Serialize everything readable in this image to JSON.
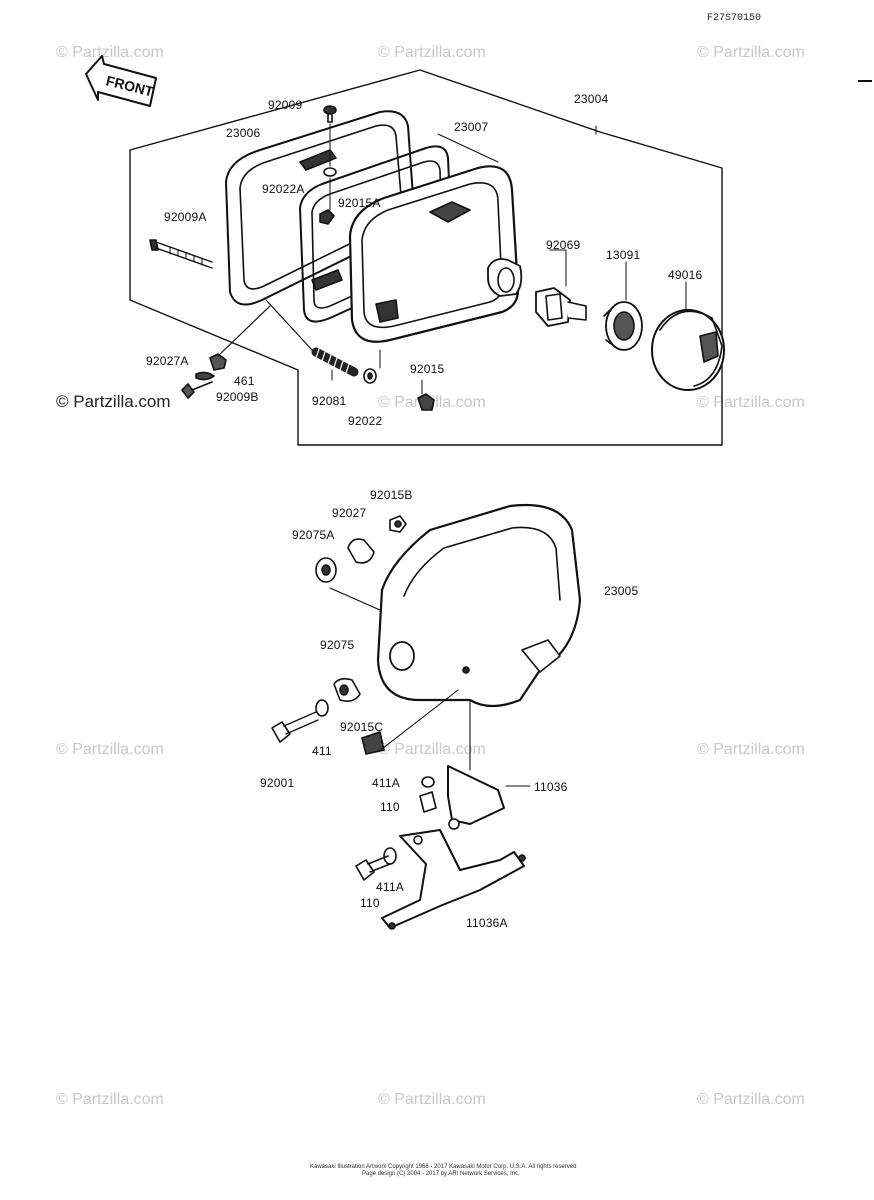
{
  "figure_code": "F27S70150",
  "front_label": "FRONT",
  "watermark_text": "© Partzilla.com",
  "main_watermark_text": "© Partzilla.com",
  "labels": {
    "p23004": "23004",
    "p92009": "92009",
    "p23006": "23006",
    "p23007": "23007",
    "p92022A": "92022A",
    "p92015A": "92015A",
    "p92009A": "92009A",
    "p92069": "92069",
    "p13091": "13091",
    "p49016": "49016",
    "p92027A": "92027A",
    "p461": "461",
    "p92009B": "92009B",
    "p92081": "92081",
    "p92022": "92022",
    "p92015": "92015",
    "p92015B": "92015B",
    "p92027": "92027",
    "p92075A": "92075A",
    "p23005": "23005",
    "p92075": "92075",
    "p92015C": "92015C",
    "p411": "411",
    "p92001": "92001",
    "p411A_1": "411A",
    "p11036": "11036",
    "p110_1": "110",
    "p411A_2": "411A",
    "p110_2": "110",
    "p11036A": "11036A"
  },
  "footer": {
    "line1": "Kawasaki Illustration Artwork Copyright 1966 - 2017 Kawasaki Motor Corp. U.S.A. All rights reserved",
    "line2": "Page design (C) 2004 - 2017 by ARI Network Services, Inc."
  }
}
